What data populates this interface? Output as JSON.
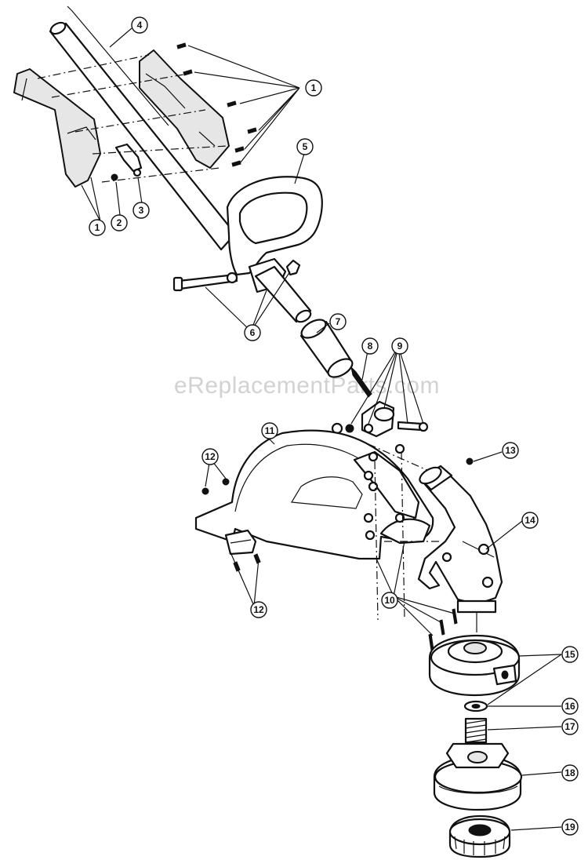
{
  "watermark": "eReplacementParts.com",
  "callouts": {
    "c1a": "1",
    "c1b": "1",
    "c2": "2",
    "c3": "3",
    "c4": "4",
    "c5": "5",
    "c6": "6",
    "c7": "7",
    "c8": "8",
    "c9": "9",
    "c10": "10",
    "c11": "11",
    "c12a": "12",
    "c12b": "12",
    "c13": "13",
    "c14": "14",
    "c15": "15",
    "c16": "16",
    "c17": "17",
    "c18": "18",
    "c19": "19"
  }
}
